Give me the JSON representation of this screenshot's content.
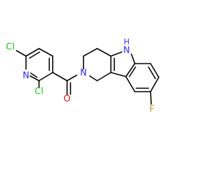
{
  "structure": {
    "labels": {
      "cl_top": "Cl",
      "n_pyridine": "N",
      "cl_bottom": "Cl",
      "o_carbonyl": "O",
      "n_amide": "N",
      "nh_indole_n": "N",
      "nh_indole_h": "H",
      "f": "F"
    }
  },
  "colors": {
    "cl": "#1fbf1f",
    "n": "#2a2af0",
    "o": "#e01818",
    "f": "#b89b2a",
    "bond": "#000000"
  }
}
